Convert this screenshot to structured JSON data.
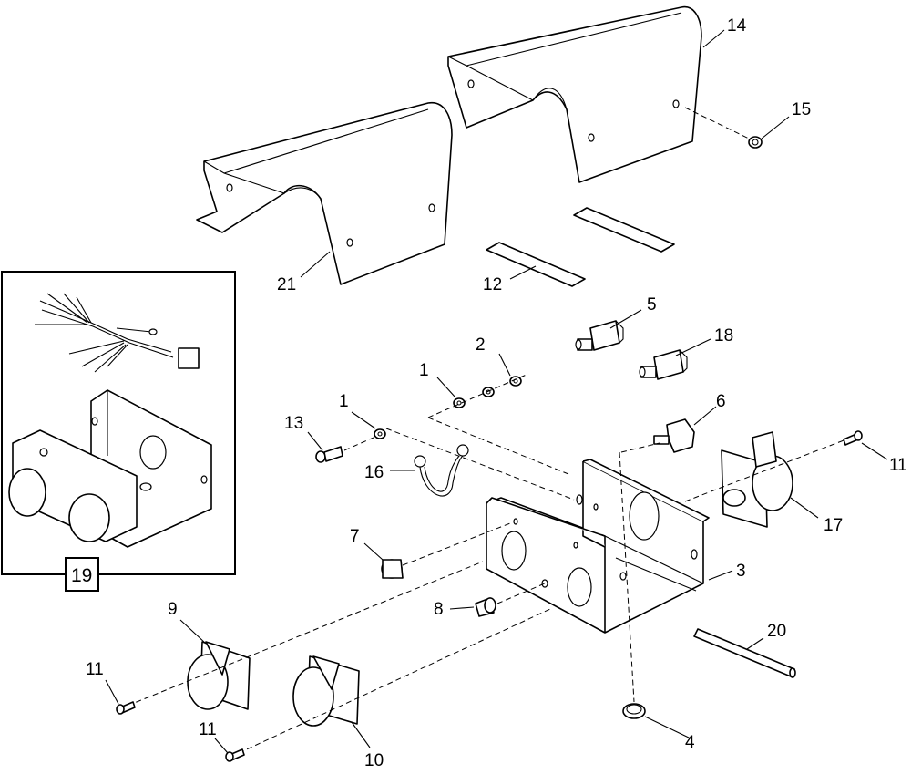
{
  "diagram": {
    "callouts": [
      {
        "id": "c1a",
        "text": "1"
      },
      {
        "id": "c1b",
        "text": "1"
      },
      {
        "id": "c2",
        "text": "2"
      },
      {
        "id": "c3",
        "text": "3"
      },
      {
        "id": "c4",
        "text": "4"
      },
      {
        "id": "c5",
        "text": "5"
      },
      {
        "id": "c6",
        "text": "6"
      },
      {
        "id": "c7",
        "text": "7"
      },
      {
        "id": "c8",
        "text": "8"
      },
      {
        "id": "c9",
        "text": "9"
      },
      {
        "id": "c10",
        "text": "10"
      },
      {
        "id": "c11a",
        "text": "11"
      },
      {
        "id": "c11b",
        "text": "11"
      },
      {
        "id": "c11c",
        "text": "11"
      },
      {
        "id": "c12",
        "text": "12"
      },
      {
        "id": "c13",
        "text": "13"
      },
      {
        "id": "c14",
        "text": "14"
      },
      {
        "id": "c15",
        "text": "15"
      },
      {
        "id": "c16",
        "text": "16"
      },
      {
        "id": "c17",
        "text": "17"
      },
      {
        "id": "c18",
        "text": "18"
      },
      {
        "id": "c19",
        "text": "19"
      },
      {
        "id": "c20",
        "text": "20"
      },
      {
        "id": "c21",
        "text": "21"
      }
    ]
  }
}
